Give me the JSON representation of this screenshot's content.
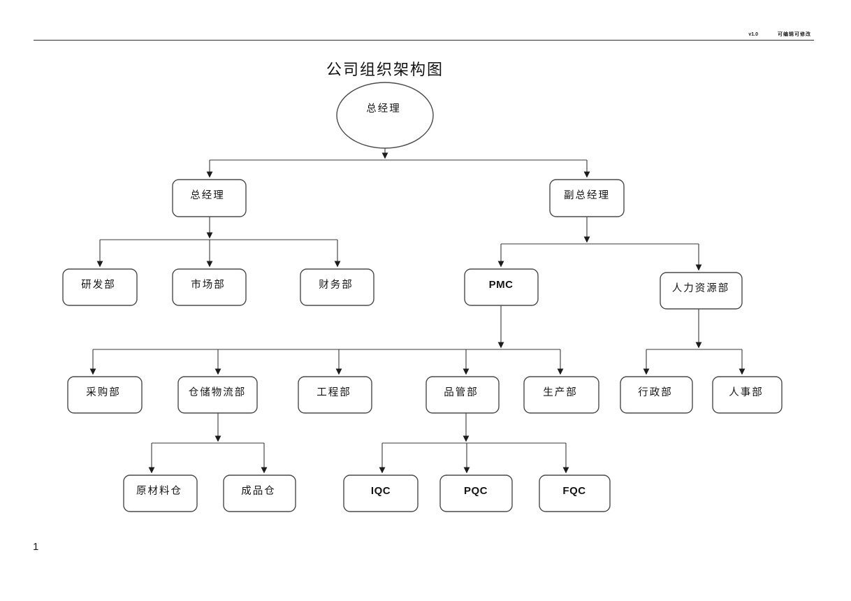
{
  "header": {
    "version": "v1.0",
    "watermark": "可编辑可修改"
  },
  "page": {
    "title": "公司组织架构图",
    "page_number": "1"
  },
  "colors": {
    "background": "#ffffff",
    "line": "#3a3a3a",
    "box_border": "#4a4a4a",
    "text": "#141414"
  },
  "chart": {
    "type": "org-chart",
    "nodes": {
      "root": {
        "label": "总经理"
      },
      "gm": {
        "label": "总经理"
      },
      "dgm": {
        "label": "副总经理"
      },
      "rnd": {
        "label": "研发部"
      },
      "marketing": {
        "label": "市场部"
      },
      "finance": {
        "label": "财务部"
      },
      "pmc": {
        "label": "PMC"
      },
      "hr": {
        "label": "人力资源部"
      },
      "purchasing": {
        "label": "采购部"
      },
      "warehouse": {
        "label": "仓储物流部"
      },
      "engineering": {
        "label": "工程部"
      },
      "quality": {
        "label": "品管部"
      },
      "production": {
        "label": "生产部"
      },
      "admin": {
        "label": "行政部"
      },
      "personnel": {
        "label": "人事部"
      },
      "raw_material": {
        "label": "原材料仓"
      },
      "finished_goods": {
        "label": "成品仓"
      },
      "iqc": {
        "label": "IQC"
      },
      "pqc": {
        "label": "PQC"
      },
      "fqc": {
        "label": "FQC"
      }
    },
    "hierarchy": [
      {
        "parent": "root",
        "children": [
          "gm",
          "dgm"
        ]
      },
      {
        "parent": "gm",
        "children": [
          "rnd",
          "marketing",
          "finance"
        ]
      },
      {
        "parent": "dgm",
        "children": [
          "pmc",
          "hr"
        ]
      },
      {
        "parent": "pmc",
        "children": [
          "purchasing",
          "warehouse",
          "engineering",
          "quality",
          "production"
        ]
      },
      {
        "parent": "hr",
        "children": [
          "admin",
          "personnel"
        ]
      },
      {
        "parent": "warehouse",
        "children": [
          "raw_material",
          "finished_goods"
        ]
      },
      {
        "parent": "quality",
        "children": [
          "iqc",
          "pqc",
          "fqc"
        ]
      }
    ]
  }
}
